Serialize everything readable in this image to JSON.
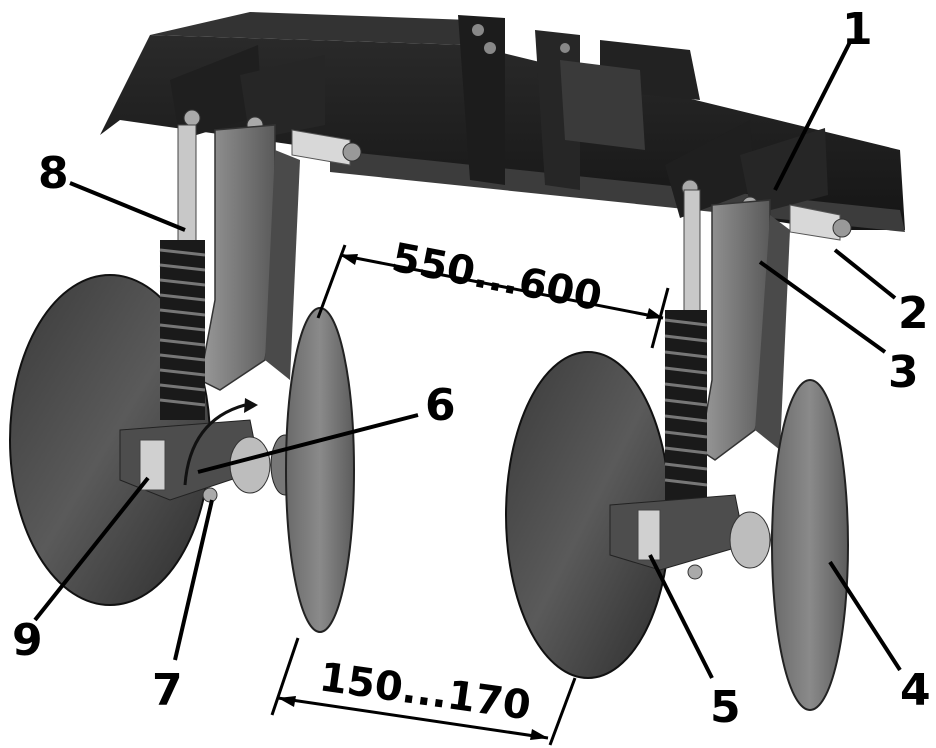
{
  "callouts": {
    "c1": "1",
    "c2": "2",
    "c3": "3",
    "c4": "4",
    "c5": "5",
    "c6": "6",
    "c7": "7",
    "c8": "8",
    "c9": "9"
  },
  "dimensions": {
    "disc_spacing": "550...600",
    "disc_gap": "150...170"
  }
}
